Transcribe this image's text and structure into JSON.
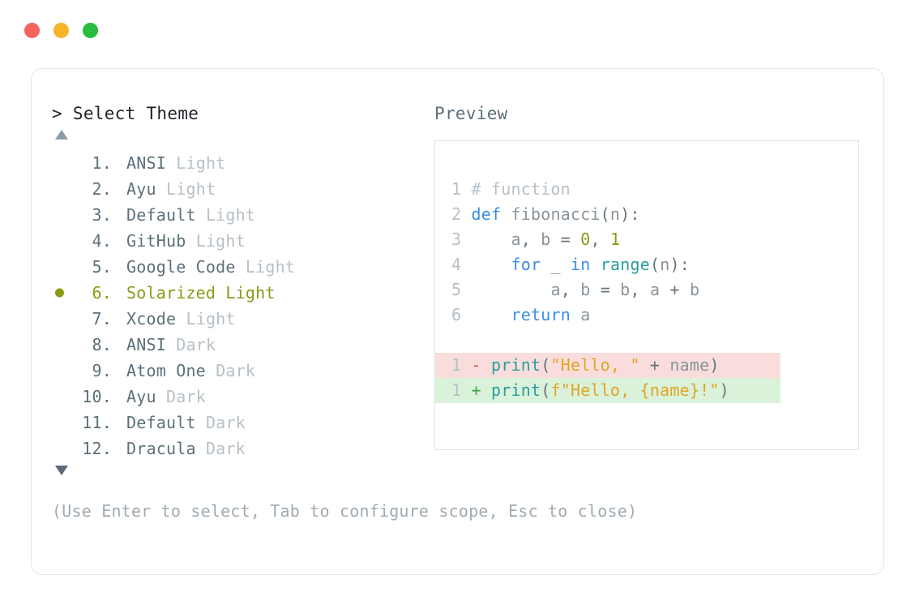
{
  "window": {
    "traffic_lights": [
      {
        "name": "close",
        "color": "#f4635c"
      },
      {
        "name": "minimize",
        "color": "#f5b42a"
      },
      {
        "name": "zoom",
        "color": "#27bd3e"
      }
    ]
  },
  "left": {
    "prompt": "> Select Theme",
    "scroll_up_icon": "triangle-up-icon",
    "scroll_down_icon": "triangle-down-icon",
    "selected_index": 6,
    "selected_color": "#8a9a16",
    "items": [
      {
        "index": "1.",
        "name": "ANSI",
        "variant": "Light",
        "selected": false
      },
      {
        "index": "2.",
        "name": "Ayu",
        "variant": "Light",
        "selected": false
      },
      {
        "index": "3.",
        "name": "Default",
        "variant": "Light",
        "selected": false
      },
      {
        "index": "4.",
        "name": "GitHub",
        "variant": "Light",
        "selected": false
      },
      {
        "index": "5.",
        "name": "Google Code",
        "variant": "Light",
        "selected": false
      },
      {
        "index": "6.",
        "name": "Solarized",
        "variant": "Light",
        "selected": true
      },
      {
        "index": "7.",
        "name": "Xcode",
        "variant": "Light",
        "selected": false
      },
      {
        "index": "8.",
        "name": "ANSI",
        "variant": "Dark",
        "selected": false
      },
      {
        "index": "9.",
        "name": "Atom One",
        "variant": "Dark",
        "selected": false
      },
      {
        "index": "10.",
        "name": "Ayu",
        "variant": "Dark",
        "selected": false
      },
      {
        "index": "11.",
        "name": "Default",
        "variant": "Dark",
        "selected": false
      },
      {
        "index": "12.",
        "name": "Dracula",
        "variant": "Dark",
        "selected": false
      }
    ],
    "hint": "(Use Enter to select, Tab to configure scope, Esc to close)"
  },
  "right": {
    "label": "Preview",
    "code": {
      "lines": [
        {
          "no": "1",
          "text": "# function"
        },
        {
          "no": "2",
          "text": "def fibonacci(n):"
        },
        {
          "no": "3",
          "text": "    a, b = 0, 1"
        },
        {
          "no": "4",
          "text": "    for _ in range(n):"
        },
        {
          "no": "5",
          "text": "        a, b = b, a + b"
        },
        {
          "no": "6",
          "text": "    return a"
        }
      ],
      "diff": [
        {
          "no": "1",
          "marker": "-",
          "text": "print(\"Hello, \" + name)",
          "kind": "deletion"
        },
        {
          "no": "1",
          "marker": "+",
          "text": "print(f\"Hello, {name}!\")",
          "kind": "insertion"
        }
      ]
    },
    "token_colors": {
      "comment": "#b7c0c6",
      "keyword": "#3a8ee6",
      "function": "#2a9d9d",
      "number": "#8a9a16",
      "string": "#e0a526",
      "plain": "#67747d",
      "diff_del_bg": "#f9dddd",
      "diff_ins_bg": "#d9f2d9"
    }
  }
}
